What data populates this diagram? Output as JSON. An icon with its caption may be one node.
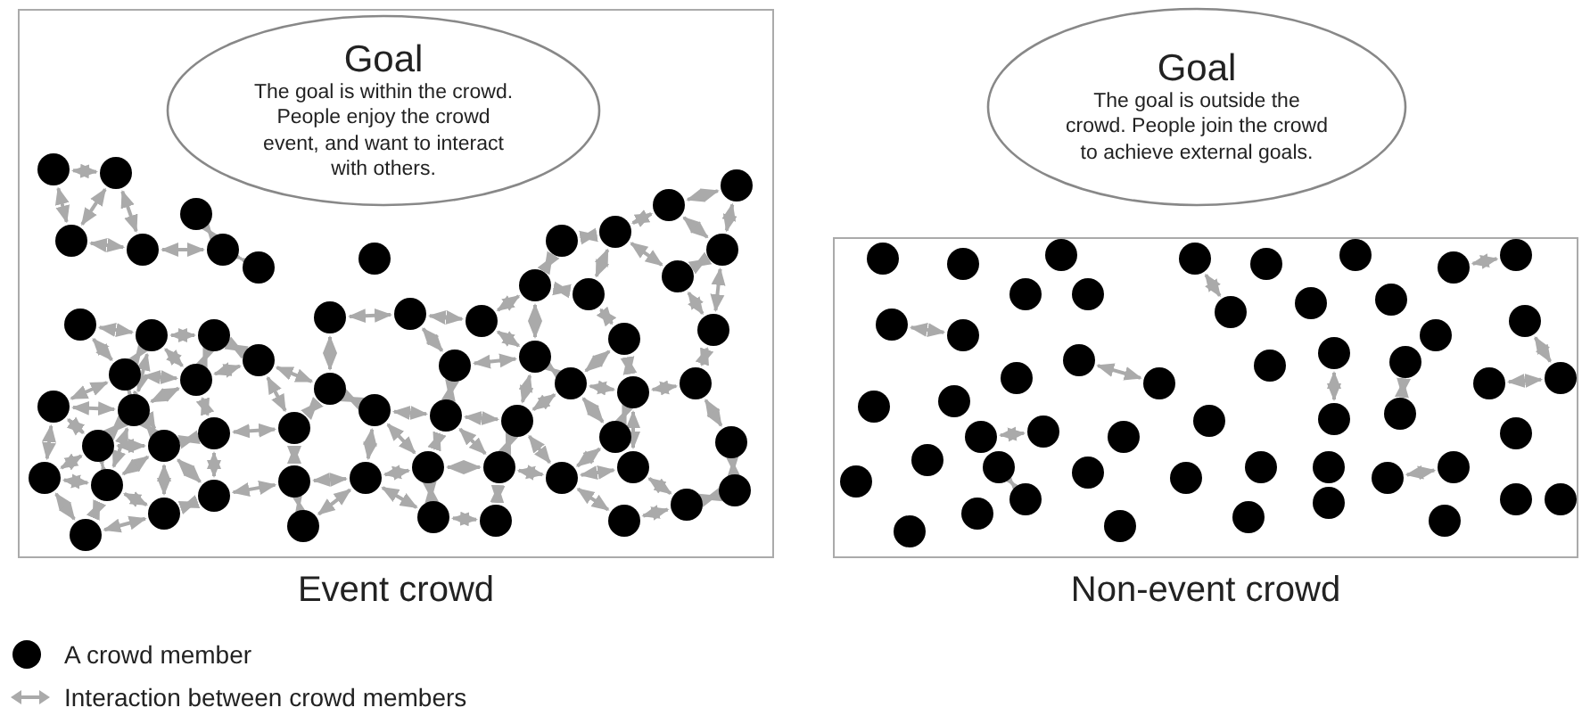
{
  "diagram": {
    "nodes": [
      {
        "text": [
          "Event crowd"
        ]
      },
      {
        "text": [
          "Goal",
          "The goal is within the crowd. People enjoy the crowd event, and want to interact with others."
        ],
        "in": 0
      },
      {
        "text": [
          "Non-event crowd"
        ]
      },
      {
        "text": [
          "Goal",
          "The goal is outside the crowd. People join the crowd to achieve external goals."
        ]
      }
    ],
    "legend": [
      {
        "text": "A crowd member"
      },
      {
        "text": "Interaction between crowd members"
      }
    ]
  }
}
